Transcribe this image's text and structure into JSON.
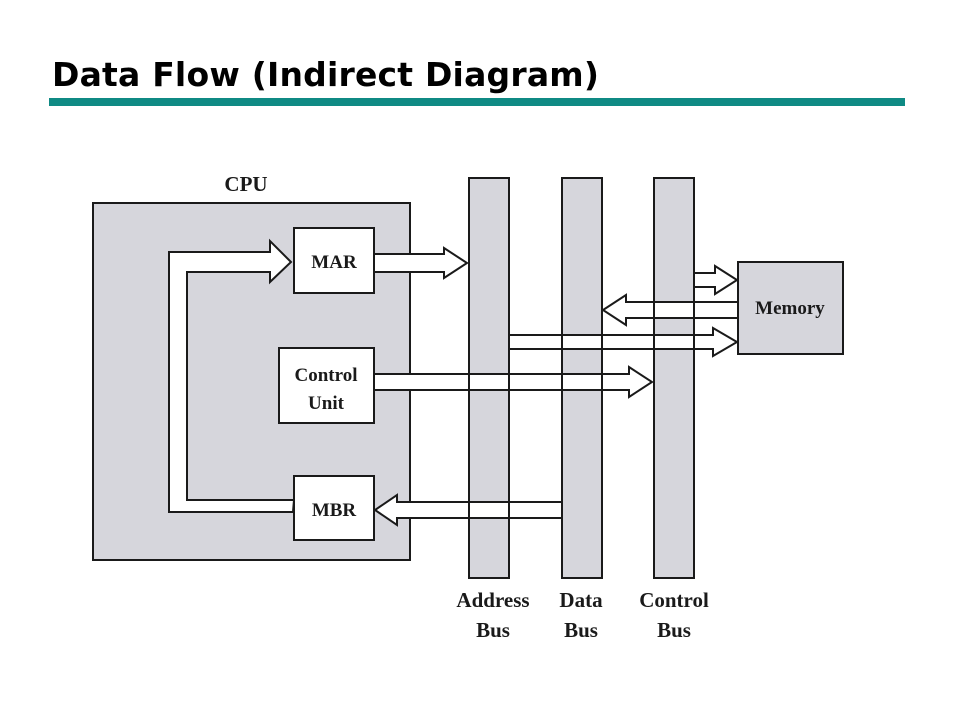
{
  "title": "Data Flow (Indirect Diagram)",
  "colors": {
    "accent_rule": "#0f8a84",
    "box_fill": "#d6d6dc",
    "register_fill": "#ffffff",
    "stroke": "#1a1a1a"
  },
  "diagram": {
    "cpu_label": "CPU",
    "registers": {
      "mar": "MAR",
      "control_unit_line1": "Control",
      "control_unit_line2": "Unit",
      "mbr": "MBR"
    },
    "memory_label": "Memory",
    "buses": {
      "address": {
        "line1": "Address",
        "line2": "Bus"
      },
      "data": {
        "line1": "Data",
        "line2": "Bus"
      },
      "control": {
        "line1": "Control",
        "line2": "Bus"
      }
    }
  }
}
